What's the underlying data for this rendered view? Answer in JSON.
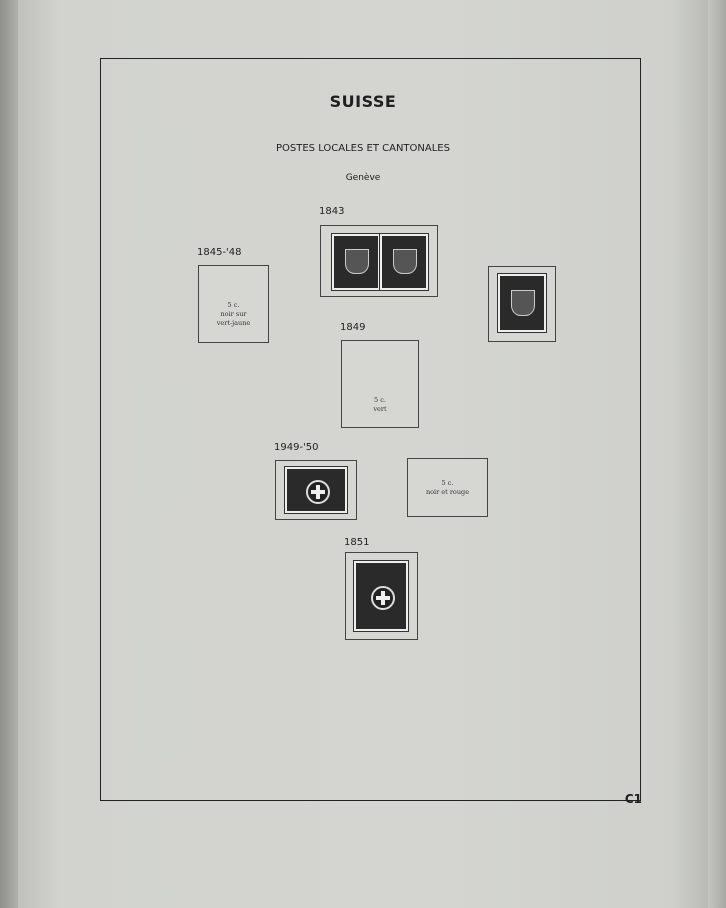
{
  "header": {
    "title": "SUISSE",
    "subtitle": "POSTES LOCALES ET CANTONALES",
    "region": "Genève"
  },
  "sections": [
    {
      "year": "1843",
      "item": "stamp-pair-port-cantonal"
    },
    {
      "year": "1845-'48",
      "caption": [
        "5 c.",
        "noir sur",
        "vert-jaune"
      ]
    },
    {
      "year": "1849",
      "caption": [
        "5 c.",
        "vert"
      ]
    },
    {
      "year": "1949-'50",
      "item": "stamp-poste-locale"
    },
    {
      "caption": [
        "5 c.",
        "noir et rouge"
      ]
    },
    {
      "year": "1851",
      "item": "stamp-5-centimes"
    }
  ],
  "footer": {
    "page_number": "C1"
  }
}
